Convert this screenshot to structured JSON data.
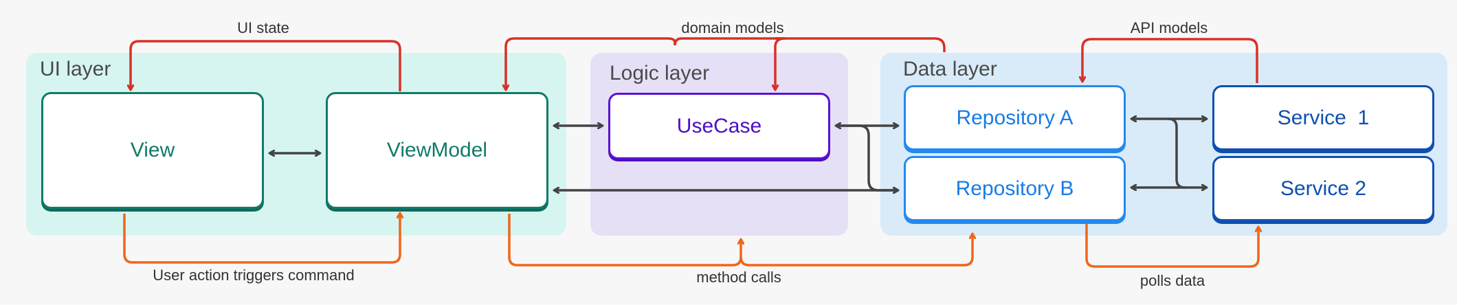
{
  "layers": {
    "ui": "UI layer",
    "logic": "Logic layer",
    "data": "Data layer"
  },
  "boxes": {
    "view": "View",
    "viewmodel": "ViewModel",
    "usecase": "UseCase",
    "repository_a": "Repository A",
    "repository_b": "Repository B",
    "service_1": "Service  1",
    "service_2": "Service 2"
  },
  "edge_labels": {
    "ui_state": "UI state",
    "domain_models": "domain models",
    "api_models": "API models",
    "user_action": "User action triggers command",
    "method_calls": "method calls",
    "polls_data": "polls data"
  },
  "colors": {
    "state_arrow": "#d93025",
    "action_arrow": "#f26518",
    "connector": "#444444",
    "ui_layer_bg": "#d6f5f1",
    "logic_layer_bg": "#e6e0f6",
    "data_layer_bg": "#d9ebf8"
  }
}
